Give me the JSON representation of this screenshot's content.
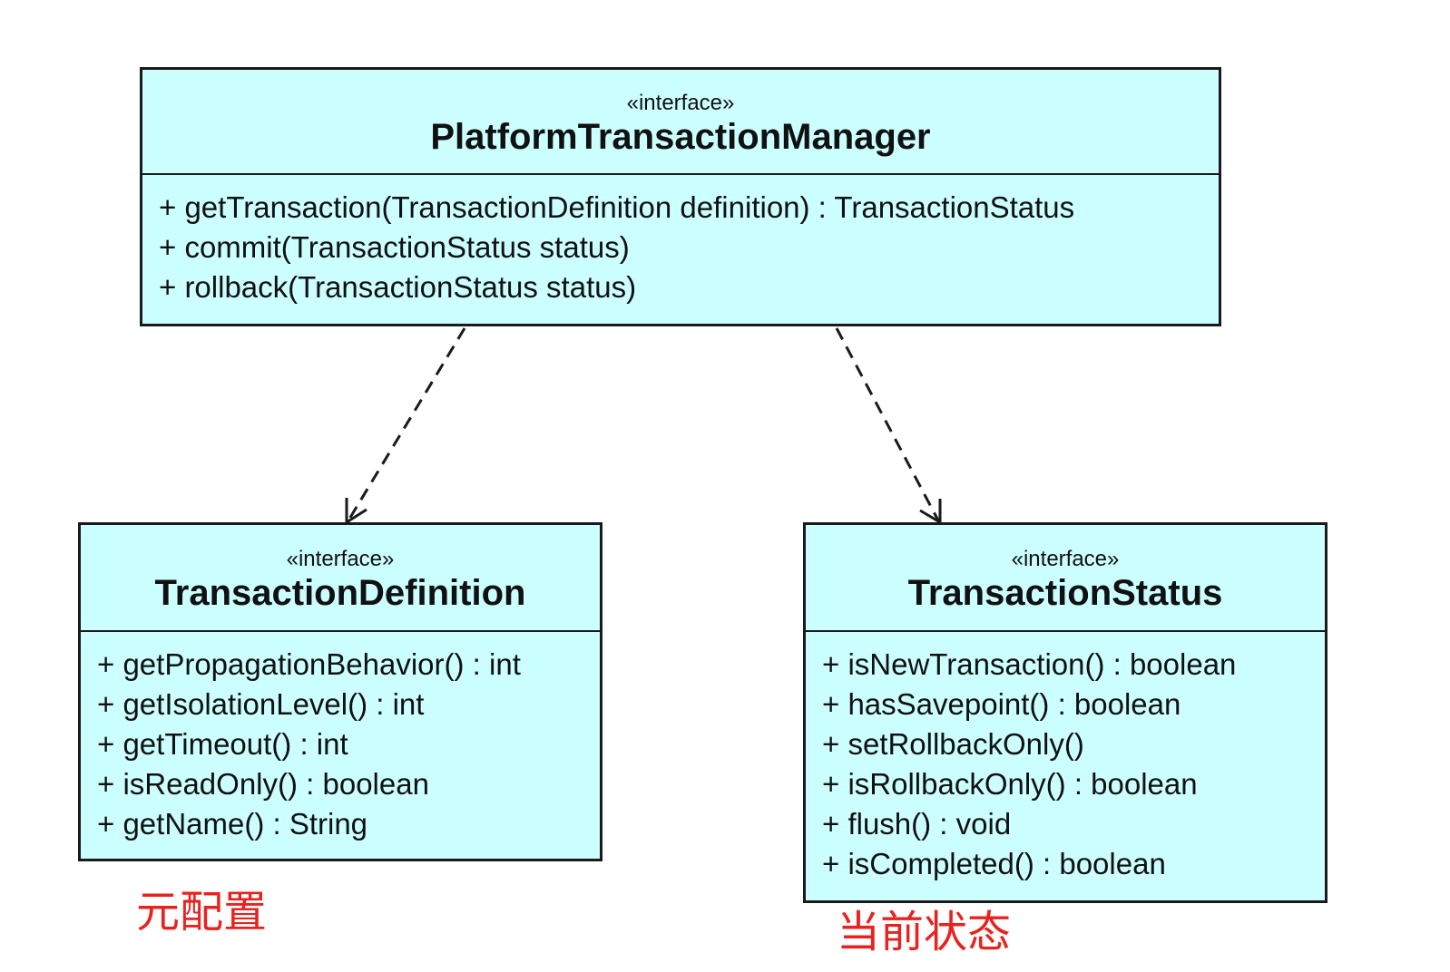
{
  "classes": {
    "platform_transaction_manager": {
      "stereotype": "«interface»",
      "name": "PlatformTransactionManager",
      "methods": [
        "+ getTransaction(TransactionDefinition definition) : TransactionStatus",
        "+ commit(TransactionStatus status)",
        "+ rollback(TransactionStatus status)"
      ]
    },
    "transaction_definition": {
      "stereotype": "«interface»",
      "name": "TransactionDefinition",
      "methods": [
        "+ getPropagationBehavior() : int",
        "+ getIsolationLevel() : int",
        "+ getTimeout() : int",
        "+ isReadOnly() : boolean",
        "+ getName() : String"
      ]
    },
    "transaction_status": {
      "stereotype": "«interface»",
      "name": "TransactionStatus",
      "methods": [
        "+ isNewTransaction() : boolean",
        "+ hasSavepoint() : boolean",
        "+ setRollbackOnly()",
        "+ isRollbackOnly() : boolean",
        "+ flush() : void",
        "+ isCompleted() : boolean"
      ]
    }
  },
  "notes": {
    "definition_note": "元配置",
    "status_note": "当前状态"
  },
  "colors": {
    "class_fill": "#ccffff",
    "border": "#1a1a1a",
    "note_text": "#e8231f"
  },
  "relations": [
    {
      "from": "PlatformTransactionManager",
      "to": "TransactionDefinition",
      "type": "dependency"
    },
    {
      "from": "PlatformTransactionManager",
      "to": "TransactionStatus",
      "type": "dependency"
    }
  ]
}
